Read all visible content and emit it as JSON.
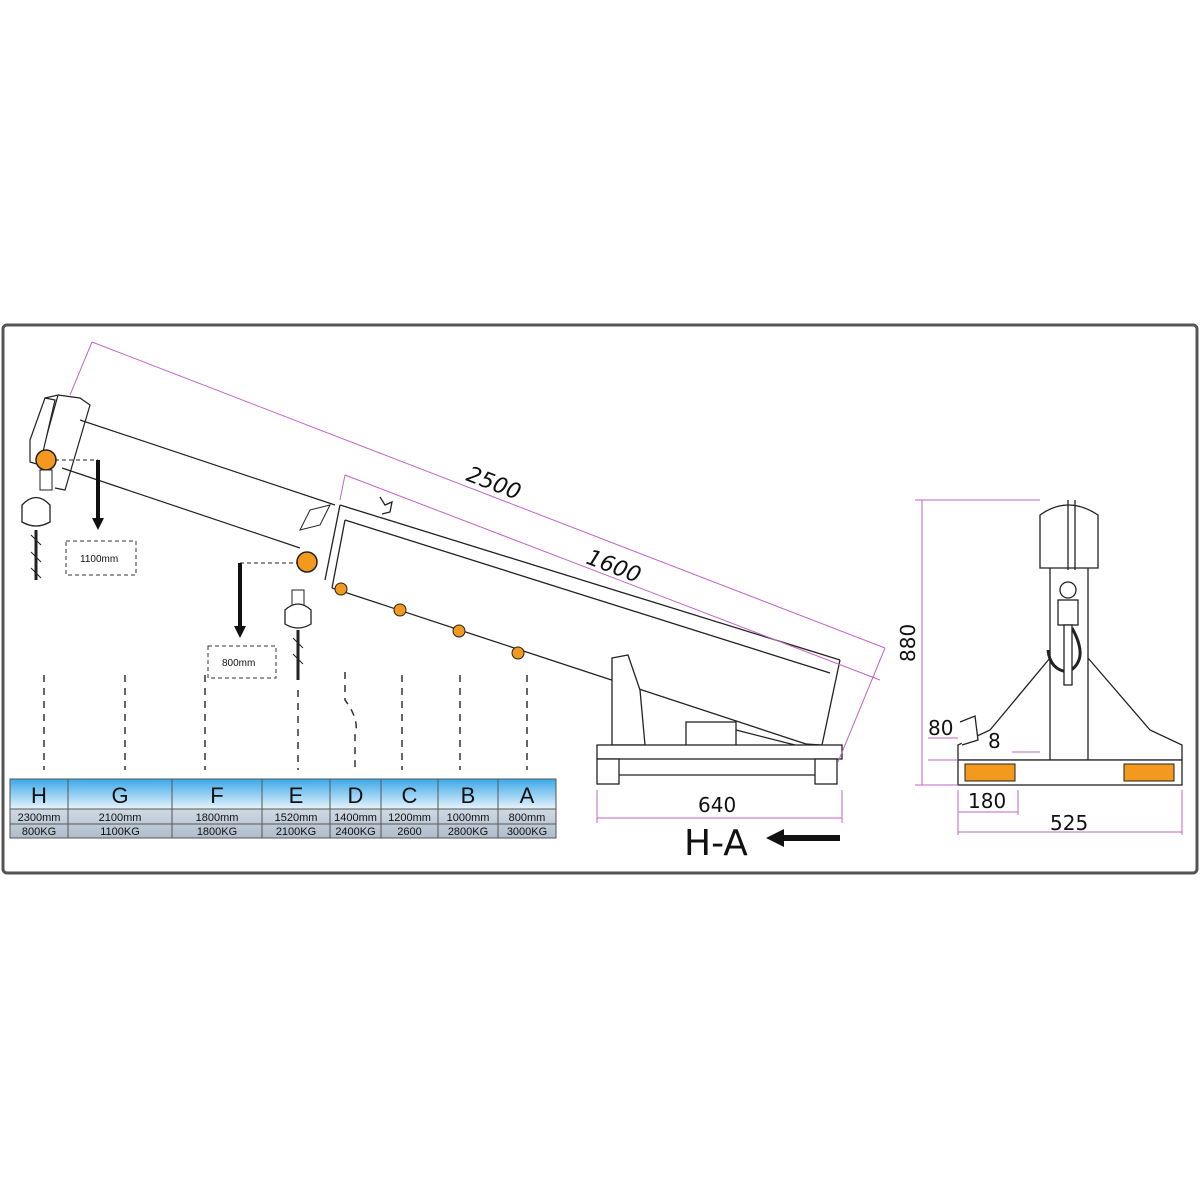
{
  "dimensions": {
    "total_length": "2500",
    "boom_length": "1600",
    "base_width": "640",
    "height": "880",
    "side_80": "80",
    "side_8": "8",
    "side_180": "180",
    "side_525": "525"
  },
  "callouts": {
    "drop_1": "1100mm",
    "drop_2": "800mm"
  },
  "view_label": "H-A",
  "colors": {
    "hook_pin": "#f39a1e",
    "dimension_line": "#c266c8",
    "table_header_top": "#3aa8e8",
    "table_header_bottom": "#e8f4fc",
    "table_body": "#b9c7d6",
    "reflector": "#f39a1e"
  },
  "load_table": {
    "columns": [
      {
        "pos": "H",
        "reach": "2300mm",
        "load": "800KG"
      },
      {
        "pos": "G",
        "reach": "2100mm",
        "load": "1100KG"
      },
      {
        "pos": "F",
        "reach": "1800mm",
        "load": "1800KG"
      },
      {
        "pos": "E",
        "reach": "1520mm",
        "load": "2100KG"
      },
      {
        "pos": "D",
        "reach": "1400mm",
        "load": "2400KG"
      },
      {
        "pos": "C",
        "reach": "1200mm",
        "load": "2600"
      },
      {
        "pos": "B",
        "reach": "1000mm",
        "load": "2800KG"
      },
      {
        "pos": "A",
        "reach": "800mm",
        "load": "3000KG"
      }
    ]
  }
}
